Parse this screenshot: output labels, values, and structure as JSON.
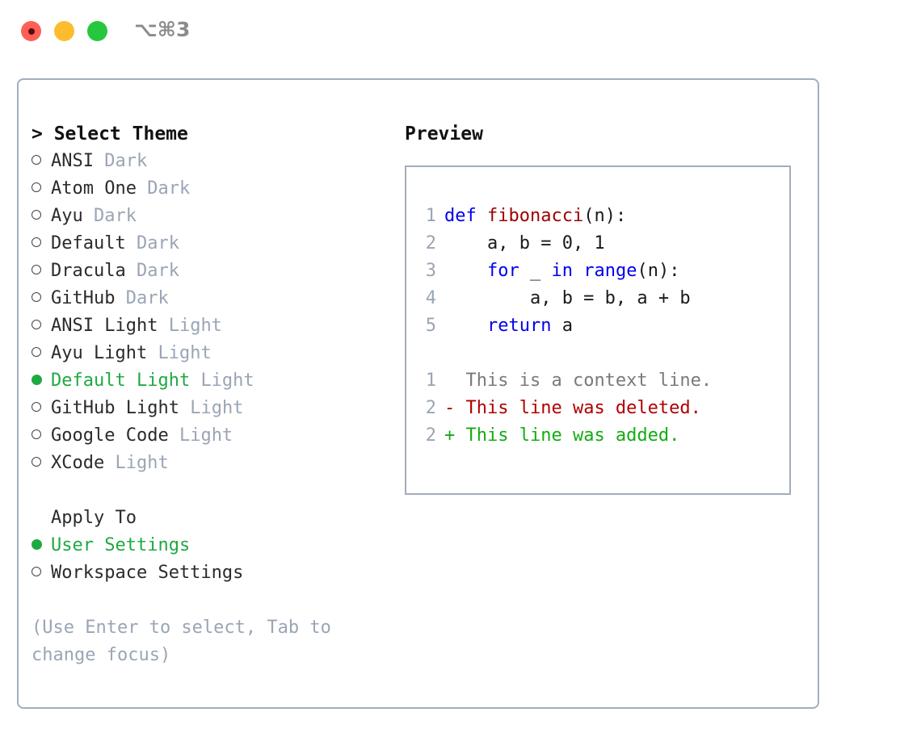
{
  "titlebar": {
    "shortcut": "⌥⌘3",
    "buttons": [
      {
        "name": "close",
        "color": "#ff5f57"
      },
      {
        "name": "minimize",
        "color": "#fdbc2e"
      },
      {
        "name": "maximize",
        "color": "#26c73e"
      }
    ]
  },
  "theme_picker": {
    "header": "> Select Theme",
    "items": [
      {
        "label": "ANSI",
        "tag": "Dark",
        "selected": false
      },
      {
        "label": "Atom One",
        "tag": "Dark",
        "selected": false
      },
      {
        "label": "Ayu",
        "tag": "Dark",
        "selected": false
      },
      {
        "label": "Default",
        "tag": "Dark",
        "selected": false
      },
      {
        "label": "Dracula",
        "tag": "Dark",
        "selected": false
      },
      {
        "label": "GitHub",
        "tag": "Dark",
        "selected": false
      },
      {
        "label": "ANSI Light",
        "tag": "Light",
        "selected": false
      },
      {
        "label": "Ayu Light",
        "tag": "Light",
        "selected": false
      },
      {
        "label": "Default Light",
        "tag": "Light",
        "selected": true
      },
      {
        "label": "GitHub Light",
        "tag": "Light",
        "selected": false
      },
      {
        "label": "Google Code",
        "tag": "Light",
        "selected": false
      },
      {
        "label": "XCode",
        "tag": "Light",
        "selected": false
      }
    ]
  },
  "apply_to": {
    "label": "Apply To",
    "options": [
      {
        "label": "User Settings",
        "selected": true
      },
      {
        "label": "Workspace Settings",
        "selected": false
      }
    ]
  },
  "hint": "(Use Enter to select, Tab to change focus)",
  "preview": {
    "title": "Preview",
    "code_lines": [
      {
        "number": "1",
        "tokens": [
          {
            "t": "def ",
            "c": "kw"
          },
          {
            "t": "fibonacci",
            "c": "fn"
          },
          {
            "t": "(n):",
            "c": "pl"
          }
        ]
      },
      {
        "number": "2",
        "tokens": [
          {
            "t": "    a, b = 0, 1",
            "c": "pl"
          }
        ]
      },
      {
        "number": "3",
        "tokens": [
          {
            "t": "    ",
            "c": "pl"
          },
          {
            "t": "for",
            "c": "kw"
          },
          {
            "t": " _ ",
            "c": "pl"
          },
          {
            "t": "in",
            "c": "kw"
          },
          {
            "t": " ",
            "c": "pl"
          },
          {
            "t": "range",
            "c": "kw"
          },
          {
            "t": "(n):",
            "c": "pl"
          }
        ]
      },
      {
        "number": "4",
        "tokens": [
          {
            "t": "        a, b = b, a + b",
            "c": "pl"
          }
        ]
      },
      {
        "number": "5",
        "tokens": [
          {
            "t": "    ",
            "c": "pl"
          },
          {
            "t": "return",
            "c": "kw"
          },
          {
            "t": " a",
            "c": "pl"
          }
        ]
      }
    ],
    "diff_lines": [
      {
        "number": "1",
        "marker": "  ",
        "text": "This is a context line.",
        "kind": "ctx"
      },
      {
        "number": "2",
        "marker": "- ",
        "text": "This line was deleted.",
        "kind": "del"
      },
      {
        "number": "2",
        "marker": "+ ",
        "text": "This line was added.",
        "kind": "add"
      }
    ]
  },
  "colors": {
    "accent_green": "#1faa41",
    "muted": "#9aa5b5",
    "border": "#a3adbd",
    "keyword_blue": "#0000ee",
    "function_red": "#9c0000",
    "diff_add": "#13ac13",
    "diff_del": "#b00000"
  }
}
